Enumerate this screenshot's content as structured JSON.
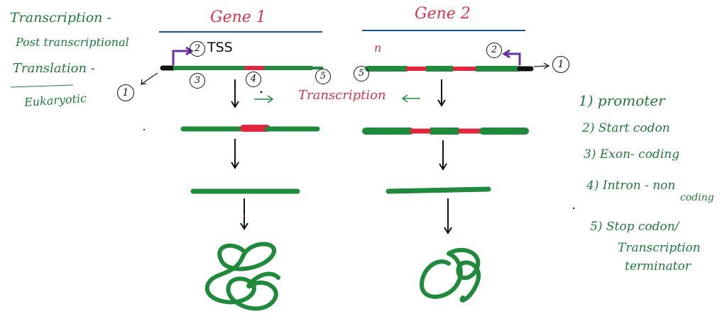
{
  "notes": {
    "line1": "Transcription -",
    "line2": "Post transcriptional",
    "line3": "Translation -",
    "line4": "Eukaryotic"
  },
  "gene1": {
    "title": "Gene 1",
    "tss": "TSS",
    "markers": {
      "promoter": "1",
      "start": "2",
      "exon": "3",
      "intron": "4",
      "stop": "5"
    }
  },
  "gene2": {
    "title": "Gene 2",
    "mark_n": "n",
    "markers": {
      "promoter": "1",
      "start": "2",
      "stop": "5"
    }
  },
  "center_label": "Transcription",
  "legend": {
    "item1": "1) promoter",
    "item2": "2) Start codon",
    "item3": "3) Exon- coding",
    "item4a": "4) Intron - non",
    "item4b": "coding",
    "item5a": "5) Stop codon/",
    "item5b": "Transcription",
    "item5c": "terminator"
  },
  "colors": {
    "exon": "#1f8a3c",
    "intron": "#e0263e",
    "promoter": "#111111",
    "tss_arrow": "#6a2fa0",
    "title_line": "#1f4f80",
    "text_green": "#1f7a3a",
    "text_red": "#d8344b"
  }
}
